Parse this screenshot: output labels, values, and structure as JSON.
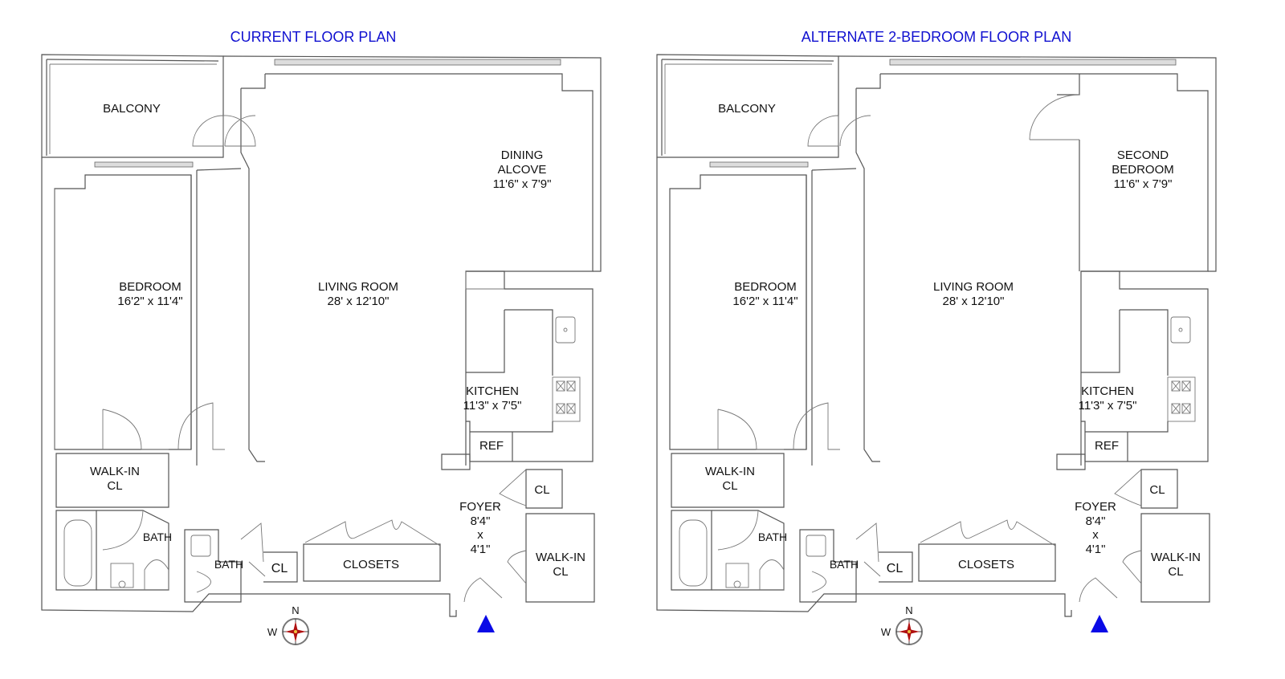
{
  "plans": [
    {
      "title": "CURRENT FLOOR PLAN",
      "rooms": {
        "balcony": "BALCONY",
        "dining_name1": "DINING",
        "dining_name2": "ALCOVE",
        "dining_dims": "11'6\" x 7'9\"",
        "bedroom_name": "BEDROOM",
        "bedroom_dims": "16'2\" x 11'4\"",
        "living_name": "LIVING ROOM",
        "living_dims": "28' x 12'10\"",
        "kitchen_name": "KITCHEN",
        "kitchen_dims": "11'3\" x 7'5\"",
        "ref": "REF",
        "walkin1_a": "WALK-IN",
        "walkin1_b": "CL",
        "bath1": "BATH",
        "bath2": "BATH",
        "cl_small": "CL",
        "closets": "CLOSETS",
        "foyer_name": "FOYER",
        "foyer_w": "8'4\"",
        "foyer_x": "x",
        "foyer_h": "4'1\"",
        "cl_foyer": "CL",
        "walkin2_a": "WALK-IN",
        "walkin2_b": "CL"
      },
      "compass": {
        "north": "N",
        "west": "W"
      }
    },
    {
      "title": "ALTERNATE 2-BEDROOM FLOOR PLAN",
      "rooms": {
        "balcony": "BALCONY",
        "dining_name1": "SECOND",
        "dining_name2": "BEDROOM",
        "dining_dims": "11'6\" x 7'9\"",
        "bedroom_name": "BEDROOM",
        "bedroom_dims": "16'2\" x 11'4\"",
        "living_name": "LIVING ROOM",
        "living_dims": "28' x 12'10\"",
        "kitchen_name": "KITCHEN",
        "kitchen_dims": "11'3\" x 7'5\"",
        "ref": "REF",
        "walkin1_a": "WALK-IN",
        "walkin1_b": "CL",
        "bath1": "BATH",
        "bath2": "BATH",
        "cl_small": "CL",
        "closets": "CLOSETS",
        "foyer_name": "FOYER",
        "foyer_w": "8'4\"",
        "foyer_x": "x",
        "foyer_h": "4'1\"",
        "cl_foyer": "CL",
        "walkin2_a": "WALK-IN",
        "walkin2_b": "CL"
      },
      "compass": {
        "north": "N",
        "west": "W"
      }
    }
  ],
  "colors": {
    "title": "#1010d0",
    "entry_marker": "#0a0ae6",
    "compass_star": "#b01010"
  }
}
